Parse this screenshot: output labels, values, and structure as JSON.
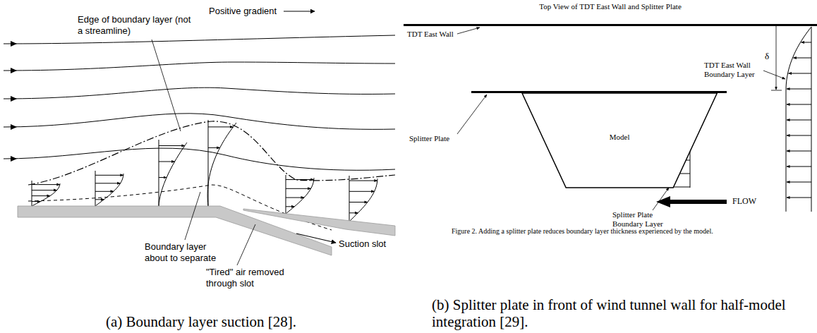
{
  "diagram": {
    "nodes": [
      {
        "text": [
          "Model"
        ]
      }
    ],
    "labels": [
      "Edge of boundary layer (not a streamline)",
      "Positive gradient",
      "Boundary layer about to separate",
      "Suction slot",
      "\"Tired\" air removed through slot",
      "(a) Boundary layer suction [28].",
      "Top View of TDT East Wall and Splitter Plate",
      "TDT East Wall",
      "δ",
      "TDT East Wall Boundary Layer",
      "Splitter Plate",
      "δ",
      "Splitter Plate Boundary Layer",
      "FLOW",
      "Figure 2.  Adding a splitter plate reduces boundary layer thickness experienced by the model.",
      "(b) Splitter plate in front of wind tunnel wall for half-model integration [29]."
    ]
  }
}
